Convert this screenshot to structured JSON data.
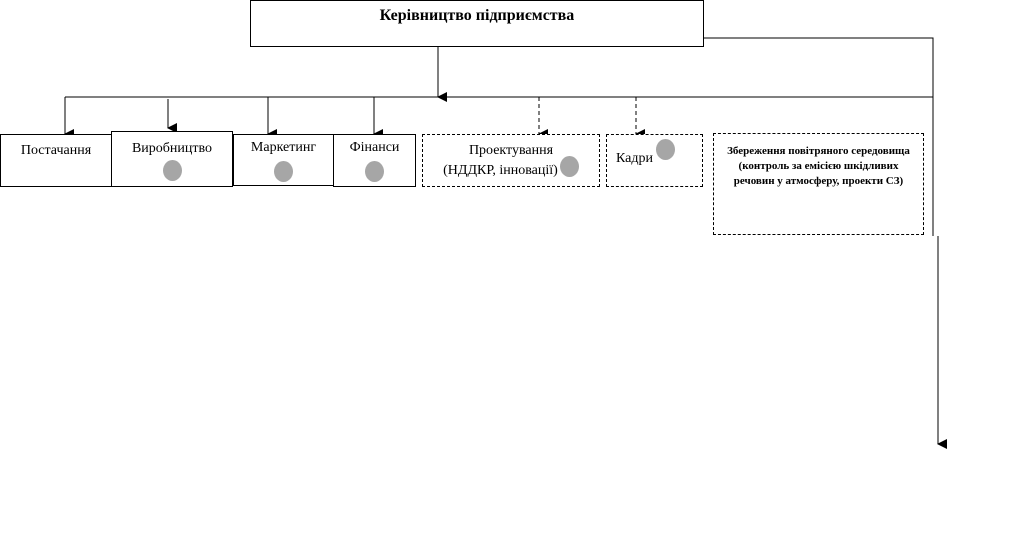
{
  "head": {
    "label": "Керівництво підприємства"
  },
  "departments": [
    {
      "label": "Постачання",
      "marked": false
    },
    {
      "label": "Виробництво",
      "marked": true
    },
    {
      "label": "Маркетинг",
      "marked": true
    },
    {
      "label": "Фінанси",
      "marked": true
    },
    {
      "label": "Проектування",
      "label2": "(НДДКР, інновації)",
      "marked": true
    },
    {
      "label": "Кадри",
      "marked": true
    },
    {
      "label": "Збереження повітряного середовища (контроль за емісією шкідливих речовин у атмосферу, проекти СЗ)",
      "marked": false
    }
  ],
  "colors": {
    "marker": "#a6a6a6",
    "line": "#000000"
  }
}
